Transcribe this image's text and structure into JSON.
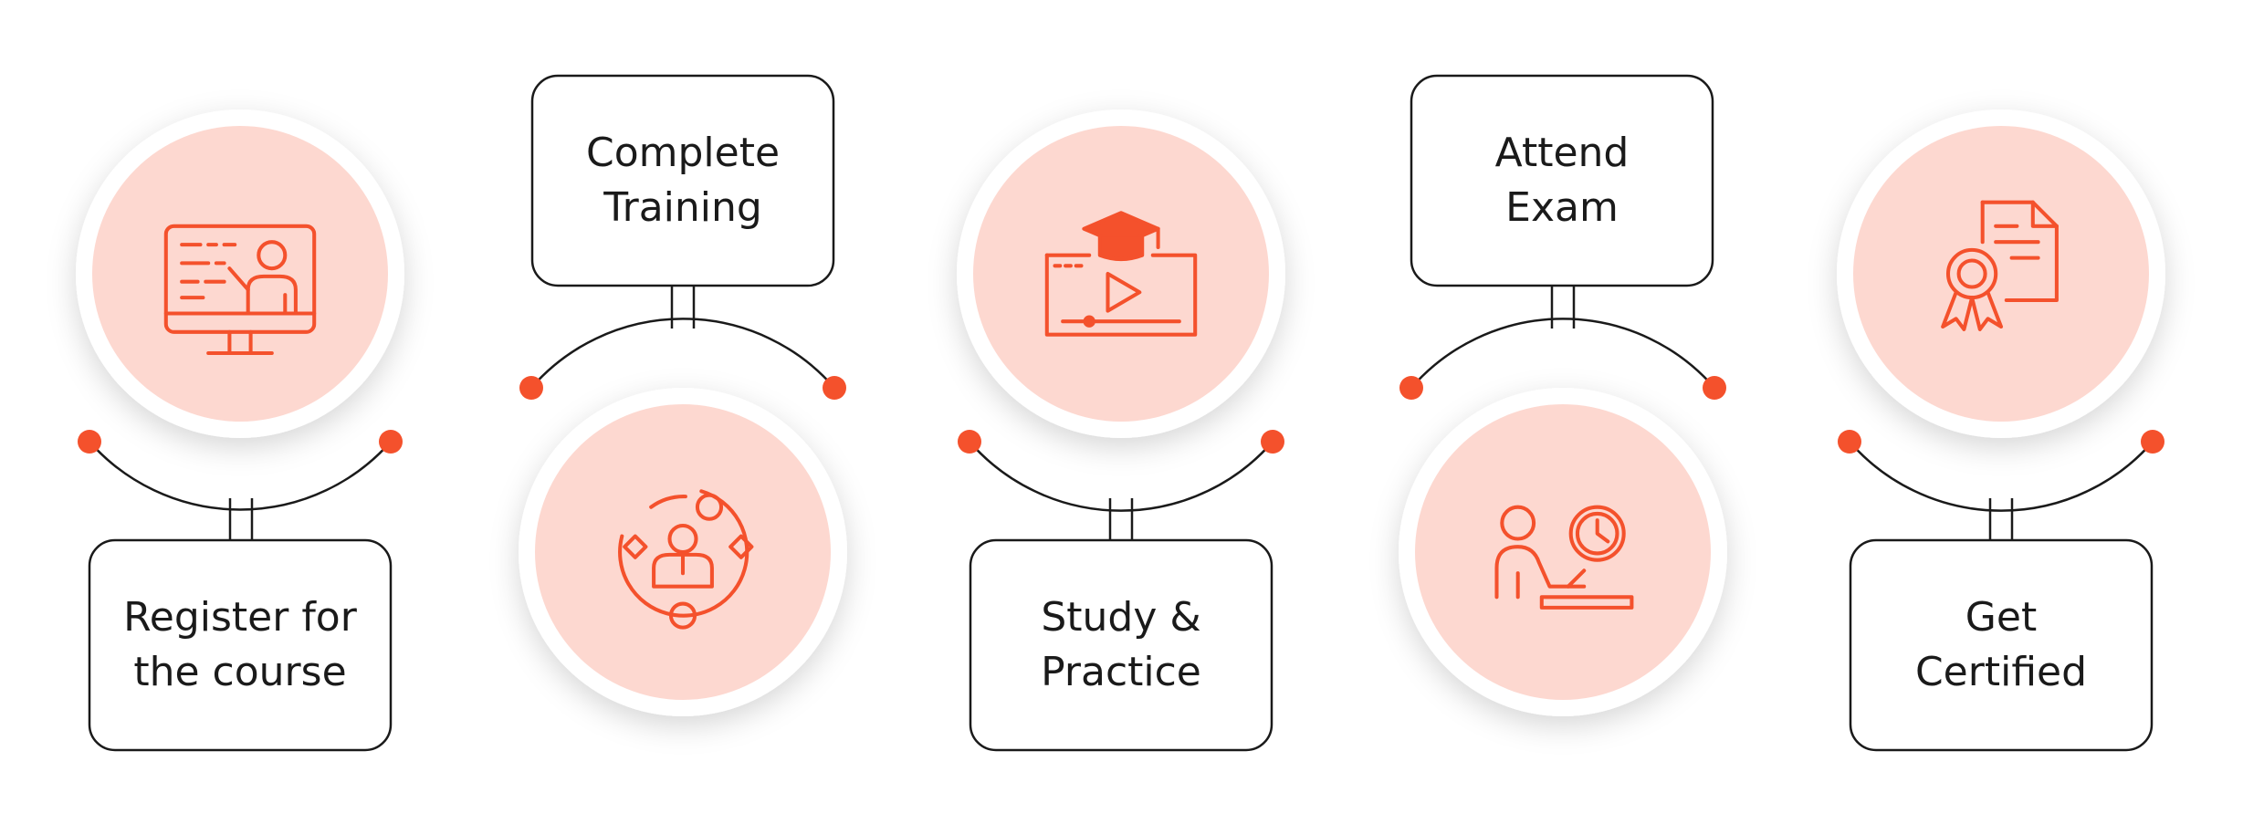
{
  "colors": {
    "accent": "#f4512c",
    "circle_fill": "#fdd8d0",
    "border": "#1a1a1a",
    "background": "#ffffff"
  },
  "steps": [
    {
      "label_lines": [
        "Register for",
        "the course"
      ],
      "icon": "presentation-screen-icon",
      "label_position": "below"
    },
    {
      "label_lines": [
        "Complete",
        "Training"
      ],
      "icon": "person-orbit-icon",
      "label_position": "above"
    },
    {
      "label_lines": [
        "Study &",
        "Practice"
      ],
      "icon": "video-course-icon",
      "label_position": "below"
    },
    {
      "label_lines": [
        "Attend",
        "Exam"
      ],
      "icon": "person-writing-clock-icon",
      "label_position": "above"
    },
    {
      "label_lines": [
        "Get",
        "Certified"
      ],
      "icon": "certificate-icon",
      "label_position": "below"
    }
  ]
}
